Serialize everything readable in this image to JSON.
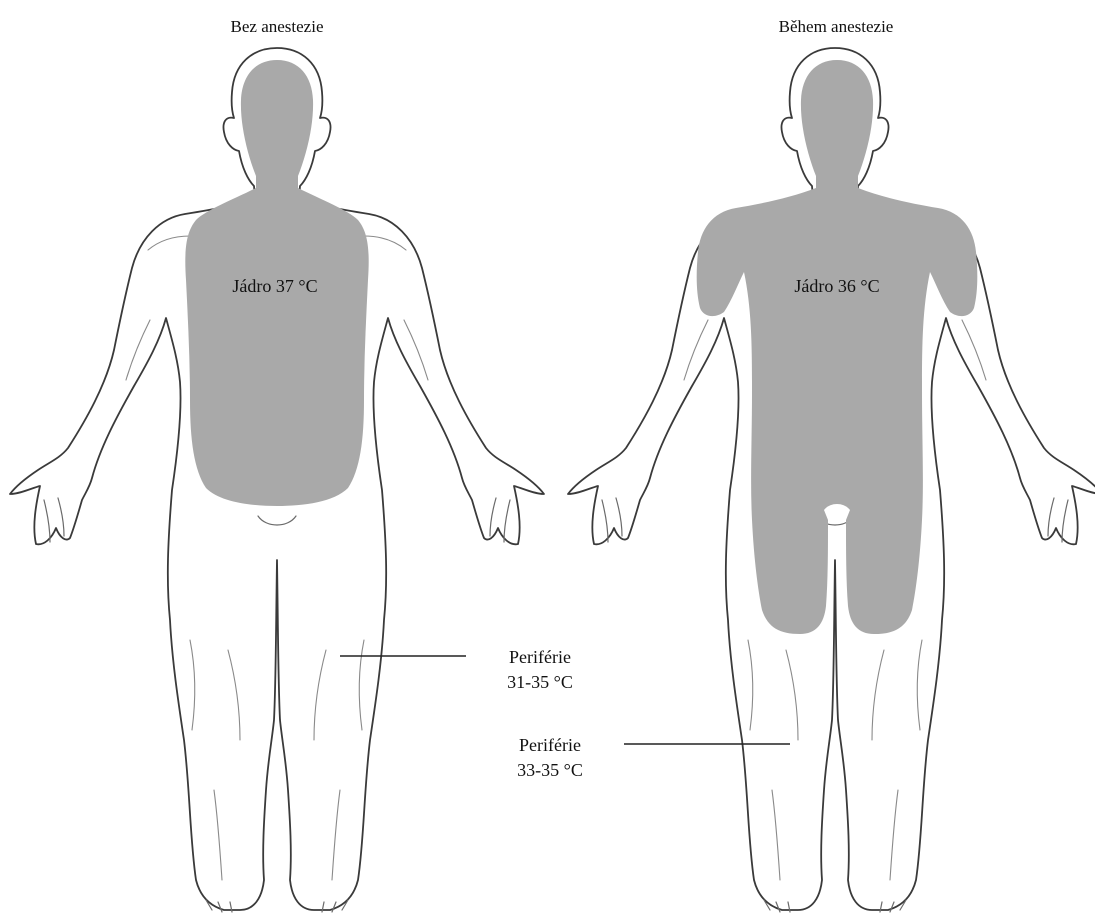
{
  "left": {
    "title": "Bez anestezie",
    "core_label": "Jádro 37 °C",
    "periphery_label": "Periférie",
    "periphery_range": "31-35 °C"
  },
  "right": {
    "title": "Během anestezie",
    "core_label": "Jádro 36 °C",
    "periphery_label": "Periférie",
    "periphery_range": "33-35 °C"
  },
  "colors": {
    "core_fill": "#a9a9a9",
    "outline": "#3a3a3a",
    "background": "#ffffff"
  }
}
